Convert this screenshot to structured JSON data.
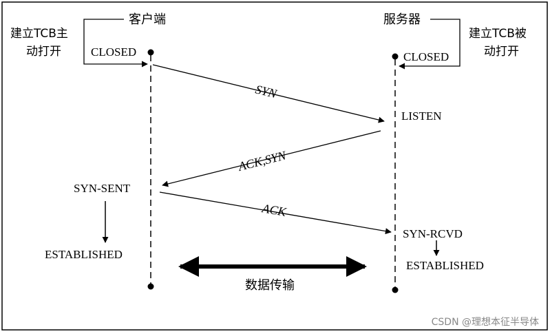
{
  "client": {
    "title": "客户端",
    "open_line1": "建立TCB主",
    "open_line2": "动打开",
    "states": [
      "CLOSED",
      "SYN-SENT",
      "ESTABLISHED"
    ]
  },
  "server": {
    "title": "服务器",
    "open_line1": "建立TCB被",
    "open_line2": "动打开",
    "states": [
      "CLOSED",
      "LISTEN",
      "SYN-RCVD",
      "ESTABLISHED"
    ]
  },
  "messages": [
    "SYN",
    "ACK,SYN",
    "ACK"
  ],
  "transfer_label": "数据传输",
  "watermark": "CSDN @理想本征半导体"
}
